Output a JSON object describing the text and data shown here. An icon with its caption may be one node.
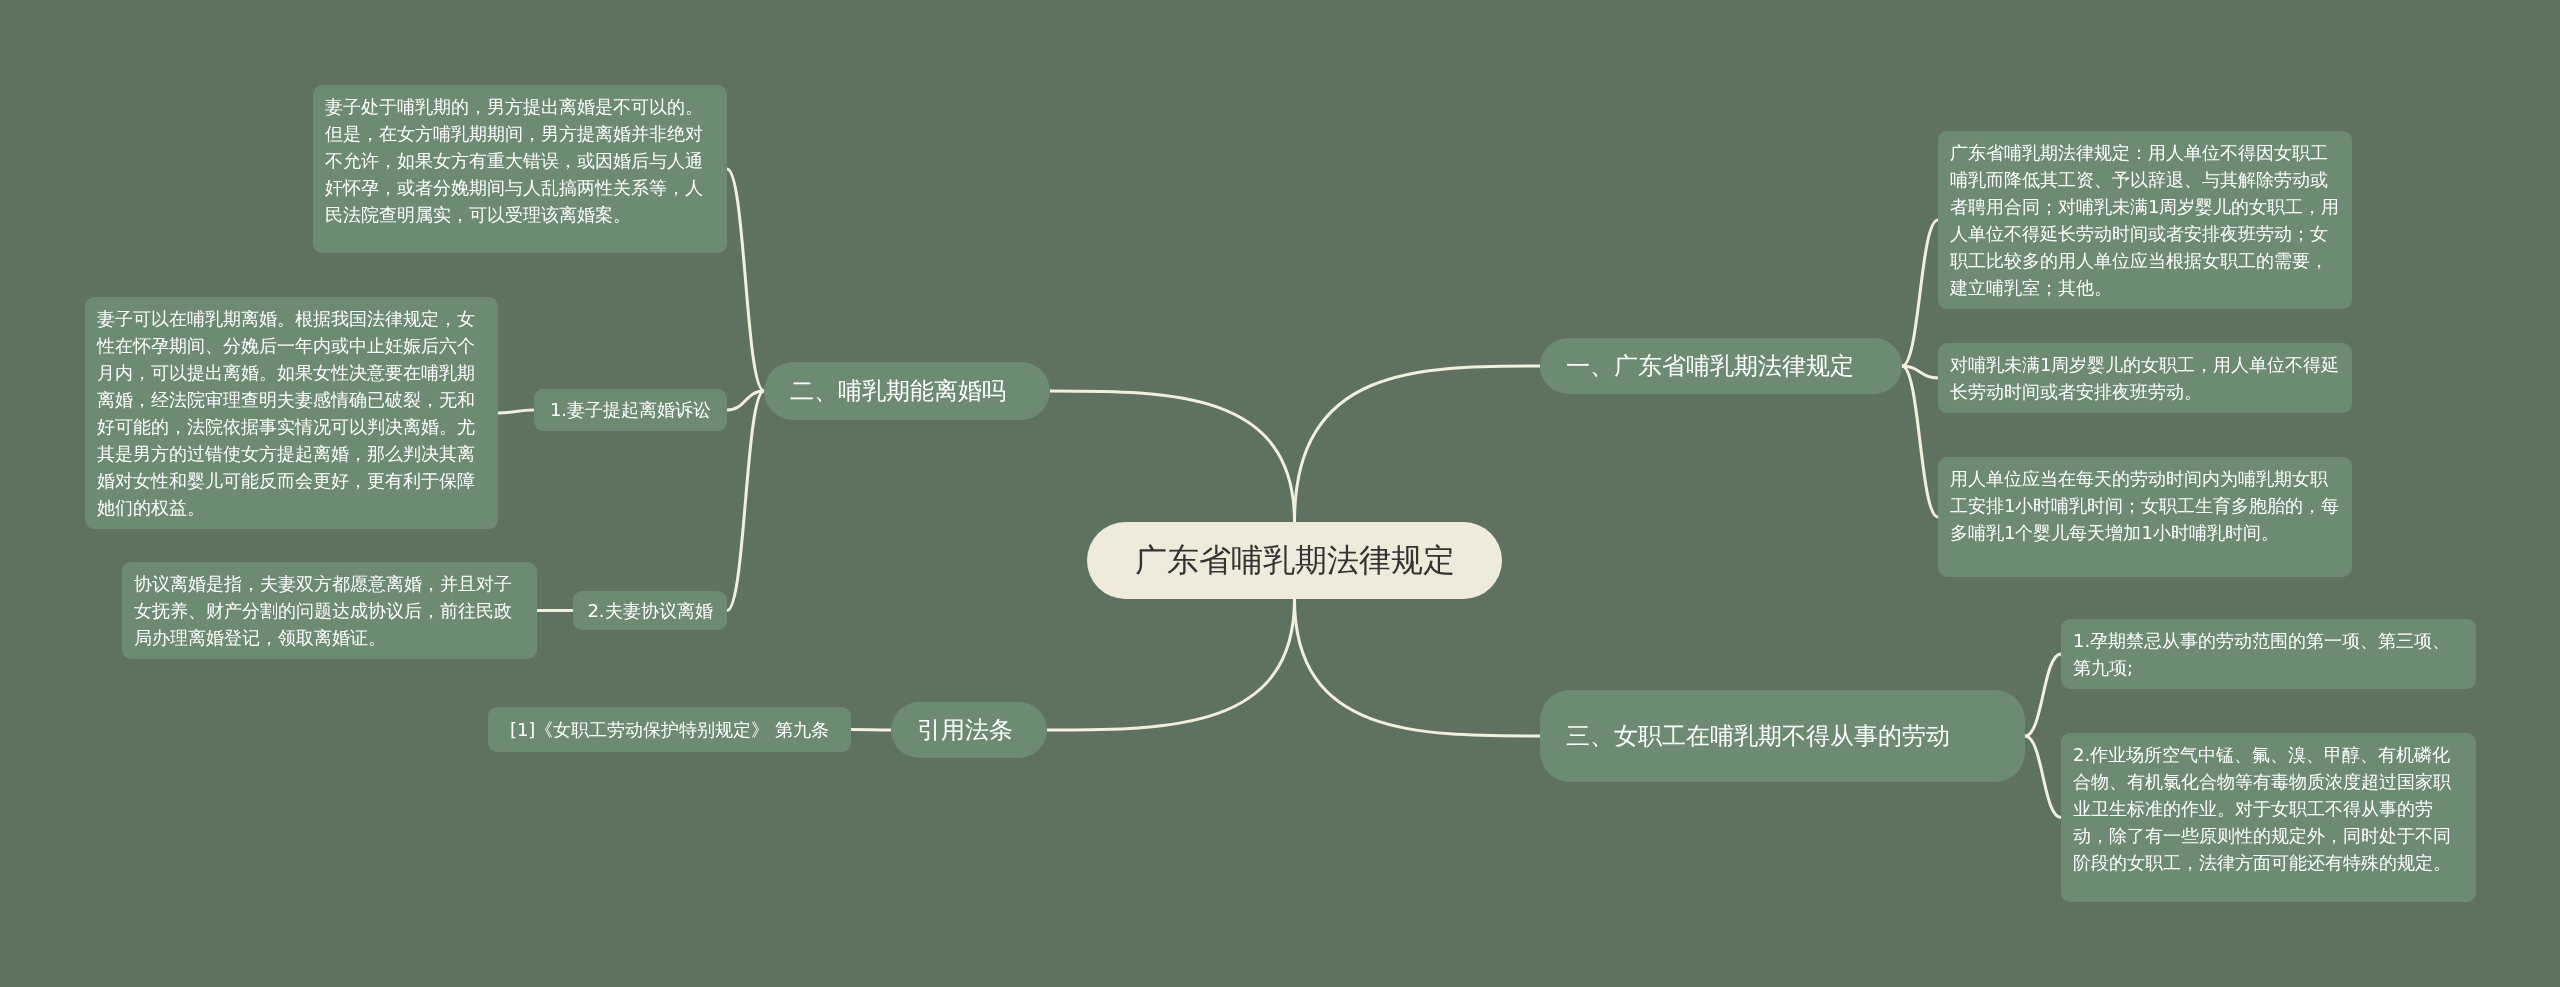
{
  "diagram": {
    "nodes": [
      {
        "text": [
          "广东省哺乳期法律规定"
        ]
      },
      {
        "text": [
          "一、广东省哺乳期法律规定"
        ]
      },
      {
        "text": [
          "广东省哺乳期法律规定：用人单位不得因女职工哺乳而降低其工资、予以辞退、与其解除劳动或者聘用合同；对哺乳未满1周岁婴儿的女职工，用人单位不得延长劳动时间或者安排夜班劳动；女职工比较多的用人单位应当根据女职工的需要，建立哺乳室；其他。"
        ]
      },
      {
        "text": [
          "对哺乳未满1周岁婴儿的女职工，用人单位不得延长劳动时间或者安排夜班劳动。"
        ]
      },
      {
        "text": [
          "用人单位应当在每天的劳动时间内为哺乳期女职工安排1小时哺乳时间；女职工生育多胞胎的，每多哺乳1个婴儿每天增加1小时哺乳时间。"
        ]
      },
      {
        "text": [
          "三、女职工在哺乳期不得从事的劳动"
        ]
      },
      {
        "text": [
          "1.孕期禁忌从事的劳动范围的第一项、第三项、第九项;"
        ]
      },
      {
        "text": [
          "2.作业场所空气中锰、氟、溴、甲醇、有机磷化合物、有机氯化合物等有毒物质浓度超过国家职业卫生标准的作业。对于女职工不得从事的劳动，除了有一些原则性的规定外，同时处于不同阶段的女职工，法律方面可能还有特殊的规定。"
        ]
      },
      {
        "text": [
          "二、哺乳期能离婚吗"
        ]
      },
      {
        "text": [
          "妻子处于哺乳期的，男方提出离婚是不可以的。但是，在女方哺乳期期间，男方提离婚并非绝对不允许，如果女方有重大错误，或因婚后与人通奸怀孕，或者分娩期间与人乱搞两性关系等，人民法院查明属实，可以受理该离婚案。"
        ]
      },
      {
        "text": [
          "1.妻子提起离婚诉讼"
        ]
      },
      {
        "text": [
          "妻子可以在哺乳期离婚。根据我国法律规定，女性在怀孕期间、分娩后一年内或中止妊娠后六个月内，可以提出离婚。如果女性决意要在哺乳期离婚，经法院审理查明夫妻感情确已破裂，无和好可能的，法院依据事实情况可以判决离婚。尤其是男方的过错使女方提起离婚，那么判决其离婚对女性和婴儿可能反而会更好，更有利于保障她们的权益。"
        ]
      },
      {
        "text": [
          "2.夫妻协议离婚"
        ]
      },
      {
        "text": [
          "协议离婚是指，夫妻双方都愿意离婚，并且对子女抚养、财产分割的问题达成协议后，前往民政局办理离婚登记，领取离婚证。"
        ]
      },
      {
        "text": [
          "引用法条"
        ]
      },
      {
        "text": [
          "[1]《女职工劳动保护特别规定》 第九条"
        ]
      }
    ],
    "edges": [
      {
        "from": 0,
        "to": 1,
        "arrow": "none"
      },
      {
        "from": 1,
        "to": 2,
        "arrow": "none"
      },
      {
        "from": 1,
        "to": 3,
        "arrow": "none"
      },
      {
        "from": 1,
        "to": 4,
        "arrow": "none"
      },
      {
        "from": 0,
        "to": 5,
        "arrow": "none"
      },
      {
        "from": 5,
        "to": 6,
        "arrow": "none"
      },
      {
        "from": 5,
        "to": 7,
        "arrow": "none"
      },
      {
        "from": 0,
        "to": 8,
        "arrow": "none"
      },
      {
        "from": 8,
        "to": 9,
        "arrow": "none"
      },
      {
        "from": 8,
        "to": 10,
        "arrow": "none"
      },
      {
        "from": 10,
        "to": 11,
        "arrow": "none"
      },
      {
        "from": 8,
        "to": 12,
        "arrow": "none"
      },
      {
        "from": 12,
        "to": 13,
        "arrow": "none"
      },
      {
        "from": 0,
        "to": 14,
        "arrow": "none"
      },
      {
        "from": 14,
        "to": 15,
        "arrow": "none"
      }
    ]
  }
}
